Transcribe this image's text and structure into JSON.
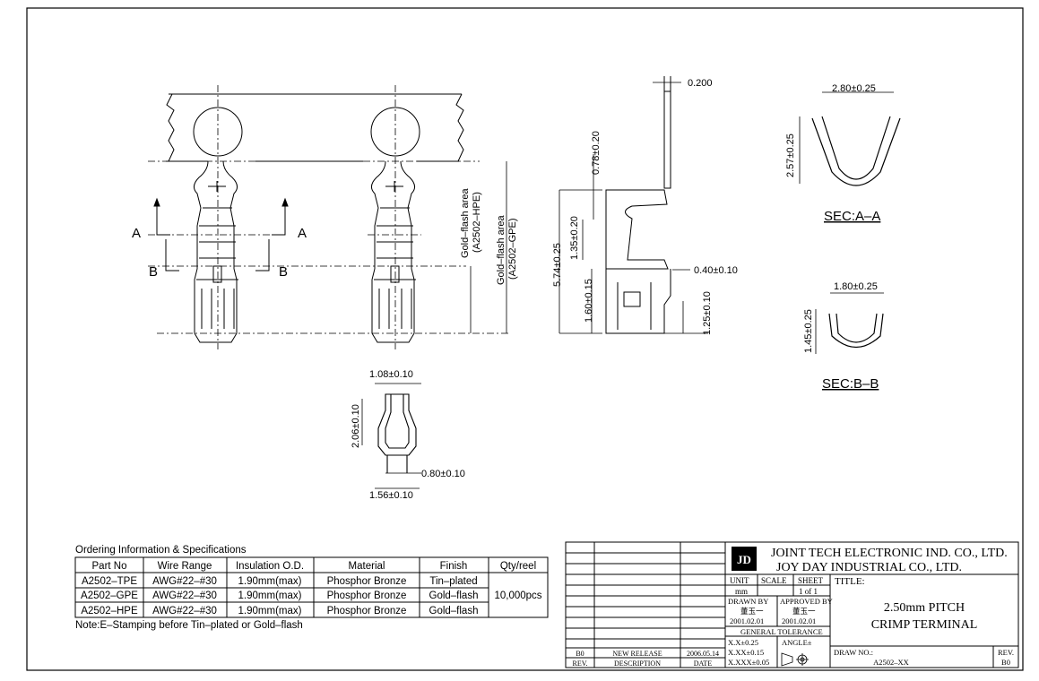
{
  "drawing": {
    "dims": {
      "front_width_top": "0.200",
      "front_tab": "0.78±0.20",
      "front_overall": "5.74±0.25",
      "front_mid": "1.35±0.20",
      "front_lower": "1.60±0.15",
      "front_thick": "0.40±0.10",
      "front_tip": "1.25±0.10",
      "top_w1": "1.08±0.10",
      "top_h": "2.06±0.10",
      "top_w2": "0.80±0.10",
      "top_w3": "1.56±0.10",
      "secA_w": "2.80±0.25",
      "secA_h": "2.57±0.25",
      "secB_w": "1.80±0.25",
      "secB_h": "1.45±0.25"
    },
    "cut_labels": {
      "a": "A",
      "b": "B"
    },
    "gold_hpe": [
      "Gold–flash area",
      "(A2502–HPE)"
    ],
    "gold_gpe": [
      "Gold–flash area",
      "(A2502–GPE)"
    ],
    "sec_a": "SEC:A–A",
    "sec_b": "SEC:B–B"
  },
  "ordering": {
    "title": "Ordering Information & Specifications",
    "headers": [
      "Part No",
      "Wire Range",
      "Insulation O.D.",
      "Material",
      "Finish",
      "Qty/reel"
    ],
    "rows": [
      [
        "A2502–TPE",
        "AWG#22–#30",
        "1.90mm(max)",
        "Phosphor Bronze",
        "Tin–plated"
      ],
      [
        "A2502–GPE",
        "AWG#22–#30",
        "1.90mm(max)",
        "Phosphor Bronze",
        "Gold–flash"
      ],
      [
        "A2502–HPE",
        "AWG#22–#30",
        "1.90mm(max)",
        "Phosphor Bronze",
        "Gold–flash"
      ]
    ],
    "qty": "10,000pcs",
    "note": "Note:E–Stamping before Tin–plated or Gold–flash"
  },
  "title_block": {
    "company1": "JOINT TECH ELECTRONIC IND. CO., LTD.",
    "company2": "JOY DAY INDUSTRIAL CO., LTD.",
    "title_label": "TITLE:",
    "title_line1": "2.50mm PITCH",
    "title_line2": "CRIMP TERMINAL",
    "unit_label": "UNIT",
    "unit_value": "mm",
    "scale_label": "SCALE",
    "sheet_label": "SHEET",
    "sheet_value": "1 of 1",
    "drawn_by_label": "DRAWN BY",
    "drawn_by_name": "董玉一",
    "drawn_date": "2001.02.01",
    "approved_label": "APPROVED BY",
    "approved_name": "董玉一",
    "approved_date": "2001.02.01",
    "tol_label": "GENERAL TOLERANCE",
    "tol1": "X.X±0.25",
    "tol2": "X.XX±0.15",
    "tol3": "X.XXX±0.05",
    "angle_label": "ANGLE±",
    "rev_value": "B0",
    "rev_desc": "NEW RELEASE",
    "rev_date": "2006.05.14",
    "rev_label": "REV.",
    "desc_label": "DESCRIPTION",
    "date_label": "DATE",
    "drawno_label": "DRAW NO.:",
    "drawno_value": "A2502–XX",
    "rev2_label": "REV.",
    "rev2_value": "B0",
    "logo_text": "JD"
  },
  "colors": {
    "ink": "#000000",
    "paper": "#ffffff"
  }
}
